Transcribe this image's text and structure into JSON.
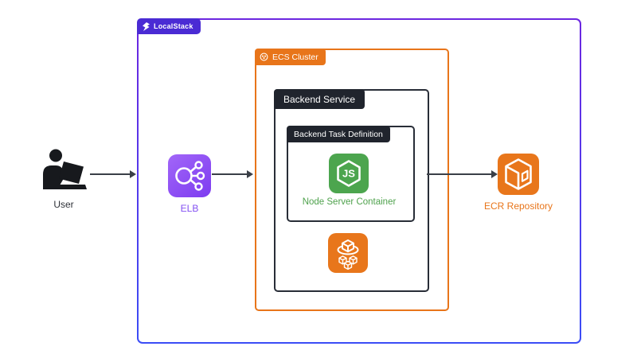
{
  "page": {
    "type": "architecture-diagram",
    "background": "#ffffff"
  },
  "containers": {
    "localstack": {
      "label": "LocalStack",
      "tab_color": "#4a2bd4",
      "border_gradient": [
        "#6c26e0",
        "#3b4df6"
      ],
      "logo_icon": "localstack-logo-icon"
    },
    "ecs_cluster": {
      "label": "ECS Cluster",
      "color": "#e8751a",
      "tab_icon": "ecs-cluster-icon"
    },
    "backend_service": {
      "label": "Backend Service",
      "color": "#20242d"
    },
    "task_definition": {
      "label": "Backend Task Definition",
      "color": "#20242d"
    }
  },
  "nodes": {
    "user": {
      "label": "User",
      "icon": "user-at-laptop-icon",
      "label_color": "#2e3138",
      "icon_color": "#17191d"
    },
    "elb": {
      "label": "ELB",
      "icon": "elastic-load-balancer-icon",
      "label_color": "#8350f2",
      "icon_gradient": [
        "#a266f8",
        "#7d3cf0"
      ]
    },
    "node_container": {
      "label": "Node Server Container",
      "icon": "nodejs-hexagon-icon",
      "label_color": "#4fa24d",
      "icon_color": "#4ca54e"
    },
    "ecs_service": {
      "icon": "ecs-containers-icon",
      "icon_color": "#e8761b"
    },
    "ecr": {
      "label": "ECR Repository",
      "icon": "ecr-registry-icon",
      "label_color": "#e8751a",
      "icon_color": "#e8761b"
    }
  },
  "arrows": [
    {
      "from": "user",
      "to": "localstack-boundary"
    },
    {
      "from": "elb",
      "to": "ecs-cluster-boundary"
    },
    {
      "from": "backend-service",
      "to": "ecr-repository"
    }
  ]
}
